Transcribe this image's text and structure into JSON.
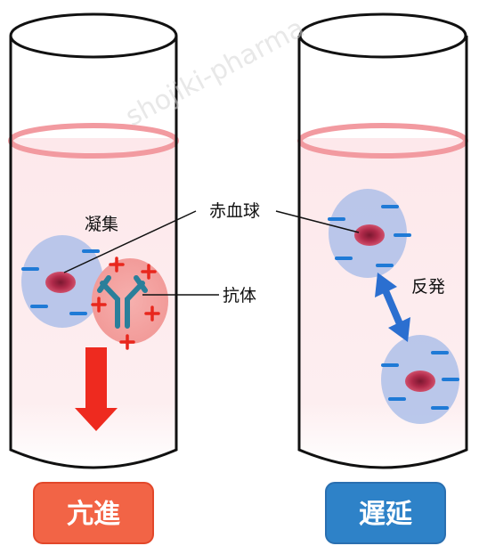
{
  "watermark": "shojiki-pharma",
  "labels": {
    "rbc": "赤血球",
    "agglutination": "凝集",
    "antibody": "抗体",
    "repulsion": "反発"
  },
  "buttons": {
    "left": {
      "text": "亢進",
      "color": "#f26446"
    },
    "right": {
      "text": "遅延",
      "color": "#2e82c8"
    }
  },
  "colors": {
    "plasma": "#fde8ea",
    "sediment_band": "#f29aa0",
    "negative_charge": "#1f7ad6",
    "positive_charge": "#e8271d",
    "antibody": "#2a7f9a",
    "arrow_down": "#ee2a1f",
    "repulsion_arrow": "#2b6fd0",
    "cell_halo": "#a9bde8",
    "rbc": "#b02a4a"
  },
  "icons": {
    "antibody": "y-shaped-antibody-icon",
    "down_arrow": "down-arrow-icon",
    "repulsion_arrow": "double-headed-arrow-icon"
  }
}
